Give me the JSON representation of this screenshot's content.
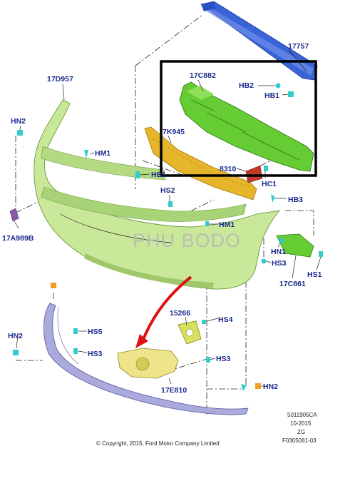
{
  "labels": {
    "p17757": "17757",
    "p17C882": "17C882",
    "pHB2": "HB2",
    "pHB1": "HB1",
    "p17D957": "17D957",
    "pHN2_top": "HN2",
    "p7K945": "7K945",
    "pHM1_left": "HM1",
    "pHB1_mid": "HB1",
    "p8310": "8310",
    "pHC1": "HC1",
    "pHS2": "HS2",
    "pHB3": "HB3",
    "pHM1_mid": "HM1",
    "p17A989B": "17A989B",
    "pHN1": "HN1",
    "pHS3_right": "HS3",
    "pHS1": "HS1",
    "p17C861": "17C861",
    "p15266": "15266",
    "pHS4": "HS4",
    "pHN2_left": "HN2",
    "pHS5": "HS5",
    "pHS3_left": "HS3",
    "pHS3_bottom": "HS3",
    "p17E810": "17E810",
    "pHN2_bottom": "HN2"
  },
  "watermark": "PHU BODO",
  "footer": {
    "copyright": "© Copyright, 2015, Ford Motor Company Limited",
    "code1": "5011905CA",
    "code2": "10-2015",
    "code3": "ZG",
    "code4": "F0305061-03"
  },
  "colors": {
    "label_blue": "#1a2a8c",
    "bumper_cover_green": "#c9e89a",
    "absorber_green": "#66cc33",
    "reinforcement_blue": "#3a63d8",
    "bracket_yellow": "#e7b52a",
    "lower_lip_lavender": "#aaaadd",
    "highlight_frame": "#000000",
    "arrow_red": "#dd1111",
    "fastener_cyan": "#33cccc",
    "marker_orange": "#f0a020"
  }
}
